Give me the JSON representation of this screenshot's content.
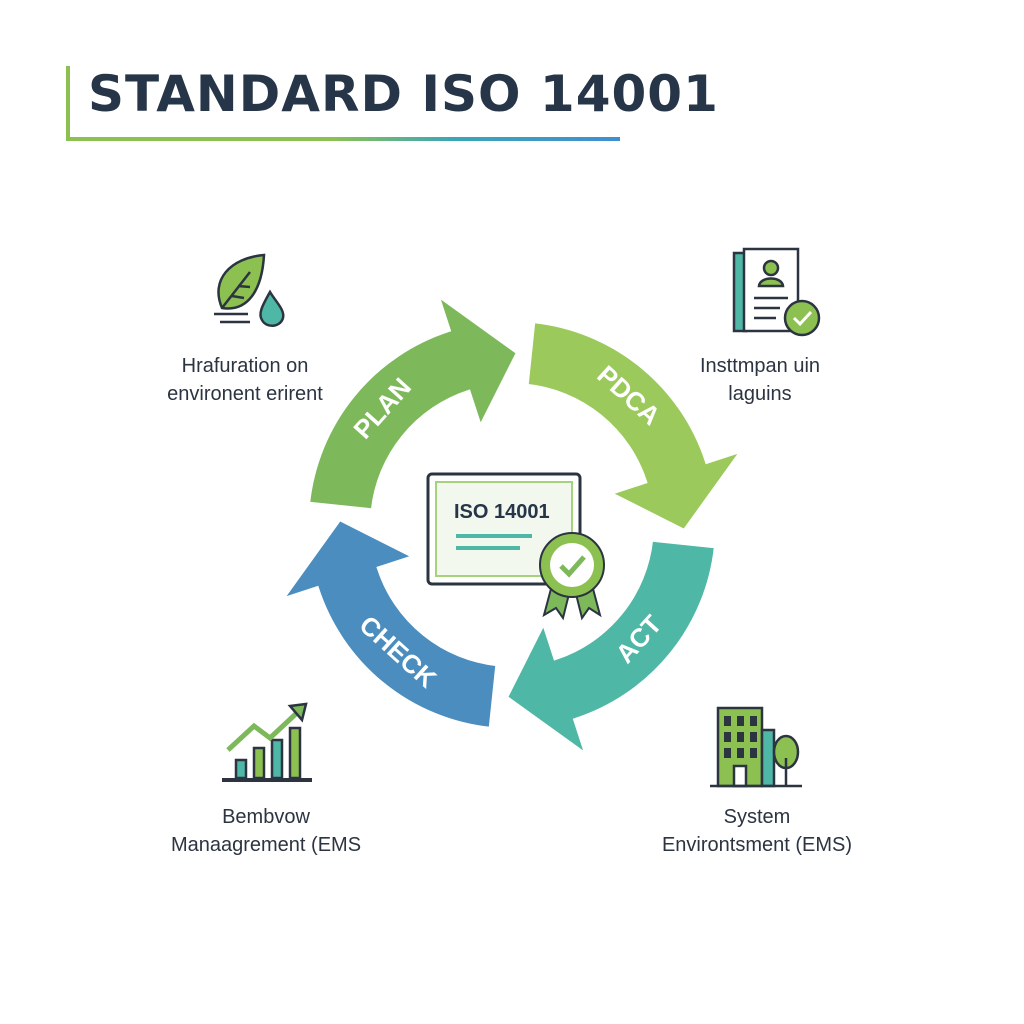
{
  "title": "STANDARD ISO 14001",
  "cycle": {
    "center_label": "ISO 14001",
    "segments": [
      {
        "label": "PLAN",
        "color": "#7db85a"
      },
      {
        "label": "PDCA",
        "color": "#9bc95c"
      },
      {
        "label": "ACT",
        "color": "#4fb7a5"
      },
      {
        "label": "CHECK",
        "color": "#4a8dbe"
      }
    ]
  },
  "captions": {
    "top_left": [
      "Hrafuration on",
      "environent erirent"
    ],
    "top_right": [
      "Insttmpan uin",
      "laguins"
    ],
    "bottom_left": [
      "Bembvow",
      "Manaagrement (EMS"
    ],
    "bottom_right": [
      "System",
      "Environtsment (EMS)"
    ]
  }
}
